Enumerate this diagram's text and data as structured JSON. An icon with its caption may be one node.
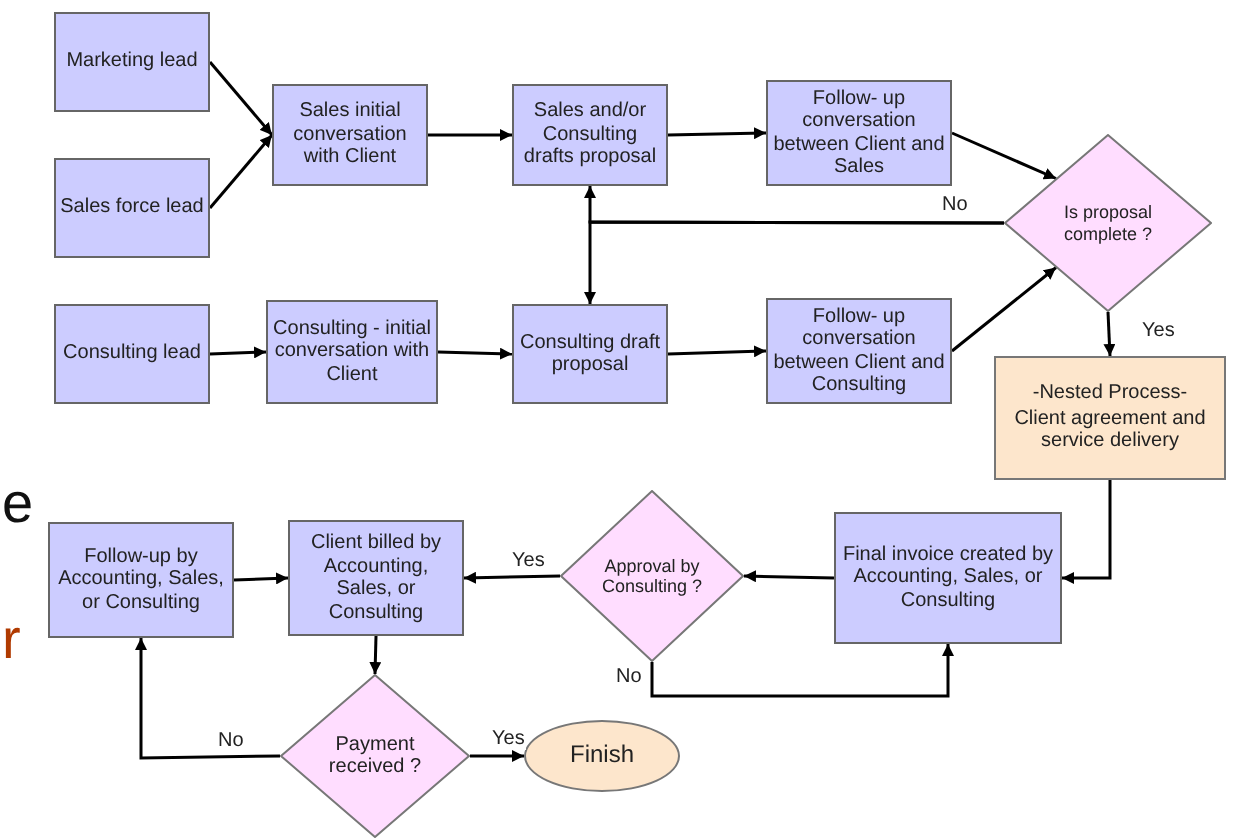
{
  "diagram": {
    "nodes": [
      {
        "text": [
          "Marketing lead"
        ]
      },
      {
        "text": [
          "Sales force lead"
        ]
      },
      {
        "text": [
          "Sales initial conversation with Client"
        ]
      },
      {
        "text": [
          "Sales and/or Consulting drafts proposal"
        ]
      },
      {
        "text": [
          "Follow- up conversation between Client and Sales"
        ]
      },
      {
        "text": [
          "Is proposal complete ?"
        ]
      },
      {
        "text": [
          "Consulting lead"
        ]
      },
      {
        "text": [
          "Consulting - initial conversation with Client"
        ]
      },
      {
        "text": [
          "Consulting draft proposal"
        ]
      },
      {
        "text": [
          "Follow- up conversation between Client and Consulting"
        ]
      },
      {
        "text": [
          "-Nested Process-",
          "Client agreement and service delivery"
        ]
      },
      {
        "text": [
          "Final invoice created by Accounting, Sales, or Consulting"
        ]
      },
      {
        "text": [
          "Approval by Consulting ?"
        ]
      },
      {
        "text": [
          "Follow-up by Accounting, Sales, or Consulting"
        ]
      },
      {
        "text": [
          "Client billed by Accounting, Sales, or Consulting"
        ]
      },
      {
        "text": [
          "Payment received ?"
        ]
      },
      {
        "text": [
          "Finish"
        ]
      }
    ],
    "edges": [
      {
        "from": 0,
        "to": 2,
        "arrow": "to"
      },
      {
        "from": 1,
        "to": 2,
        "arrow": "to"
      },
      {
        "from": 2,
        "to": 3,
        "arrow": "to"
      },
      {
        "from": 3,
        "to": 4,
        "arrow": "to"
      },
      {
        "from": 4,
        "to": 5,
        "arrow": "to"
      },
      {
        "from": 5,
        "to": 3,
        "arrow": "to",
        "label": "No"
      },
      {
        "from": 5,
        "to": 8,
        "arrow": "to"
      },
      {
        "from": 6,
        "to": 7,
        "arrow": "to"
      },
      {
        "from": 7,
        "to": 8,
        "arrow": "to"
      },
      {
        "from": 8,
        "to": 9,
        "arrow": "to"
      },
      {
        "from": 9,
        "to": 5,
        "arrow": "to"
      },
      {
        "from": 5,
        "to": 10,
        "arrow": "to",
        "label": "Yes"
      },
      {
        "from": 10,
        "to": 11,
        "arrow": "to"
      },
      {
        "from": 11,
        "to": 12,
        "arrow": "to"
      },
      {
        "from": 12,
        "to": 14,
        "arrow": "to",
        "label": "Yes"
      },
      {
        "from": 12,
        "to": 11,
        "arrow": "to",
        "label": "No"
      },
      {
        "from": 13,
        "to": 14,
        "arrow": "to"
      },
      {
        "from": 14,
        "to": 15,
        "arrow": "to"
      },
      {
        "from": 15,
        "to": 16,
        "arrow": "to",
        "label": "Yes"
      },
      {
        "from": 15,
        "to": 13,
        "arrow": "to",
        "label": "No"
      }
    ],
    "labels": [
      "e",
      "r"
    ]
  }
}
